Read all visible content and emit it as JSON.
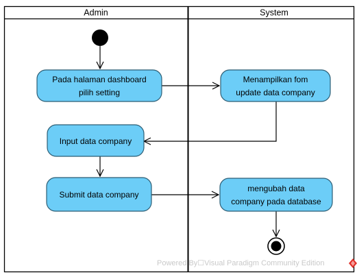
{
  "swimlanes": {
    "left_title": "Admin",
    "right_title": "System"
  },
  "nodes": {
    "pilih_setting": [
      "Pada halaman dashboard",
      "pilih setting"
    ],
    "tampil_form": [
      "Menampilkan fom",
      "update data company"
    ],
    "input_data": [
      "Input data company"
    ],
    "submit_data": [
      "Submit data company"
    ],
    "ubah_data": [
      "mengubah data",
      "company pada database"
    ]
  },
  "colors": {
    "node_fill": "#6ccdf7",
    "node_stroke": "#2c5d74",
    "line": "#000000",
    "watermark": "#c9c9c9",
    "logo_red": "#e0302a"
  },
  "watermark": "Powered By☐Visual Paradigm Community Edition"
}
